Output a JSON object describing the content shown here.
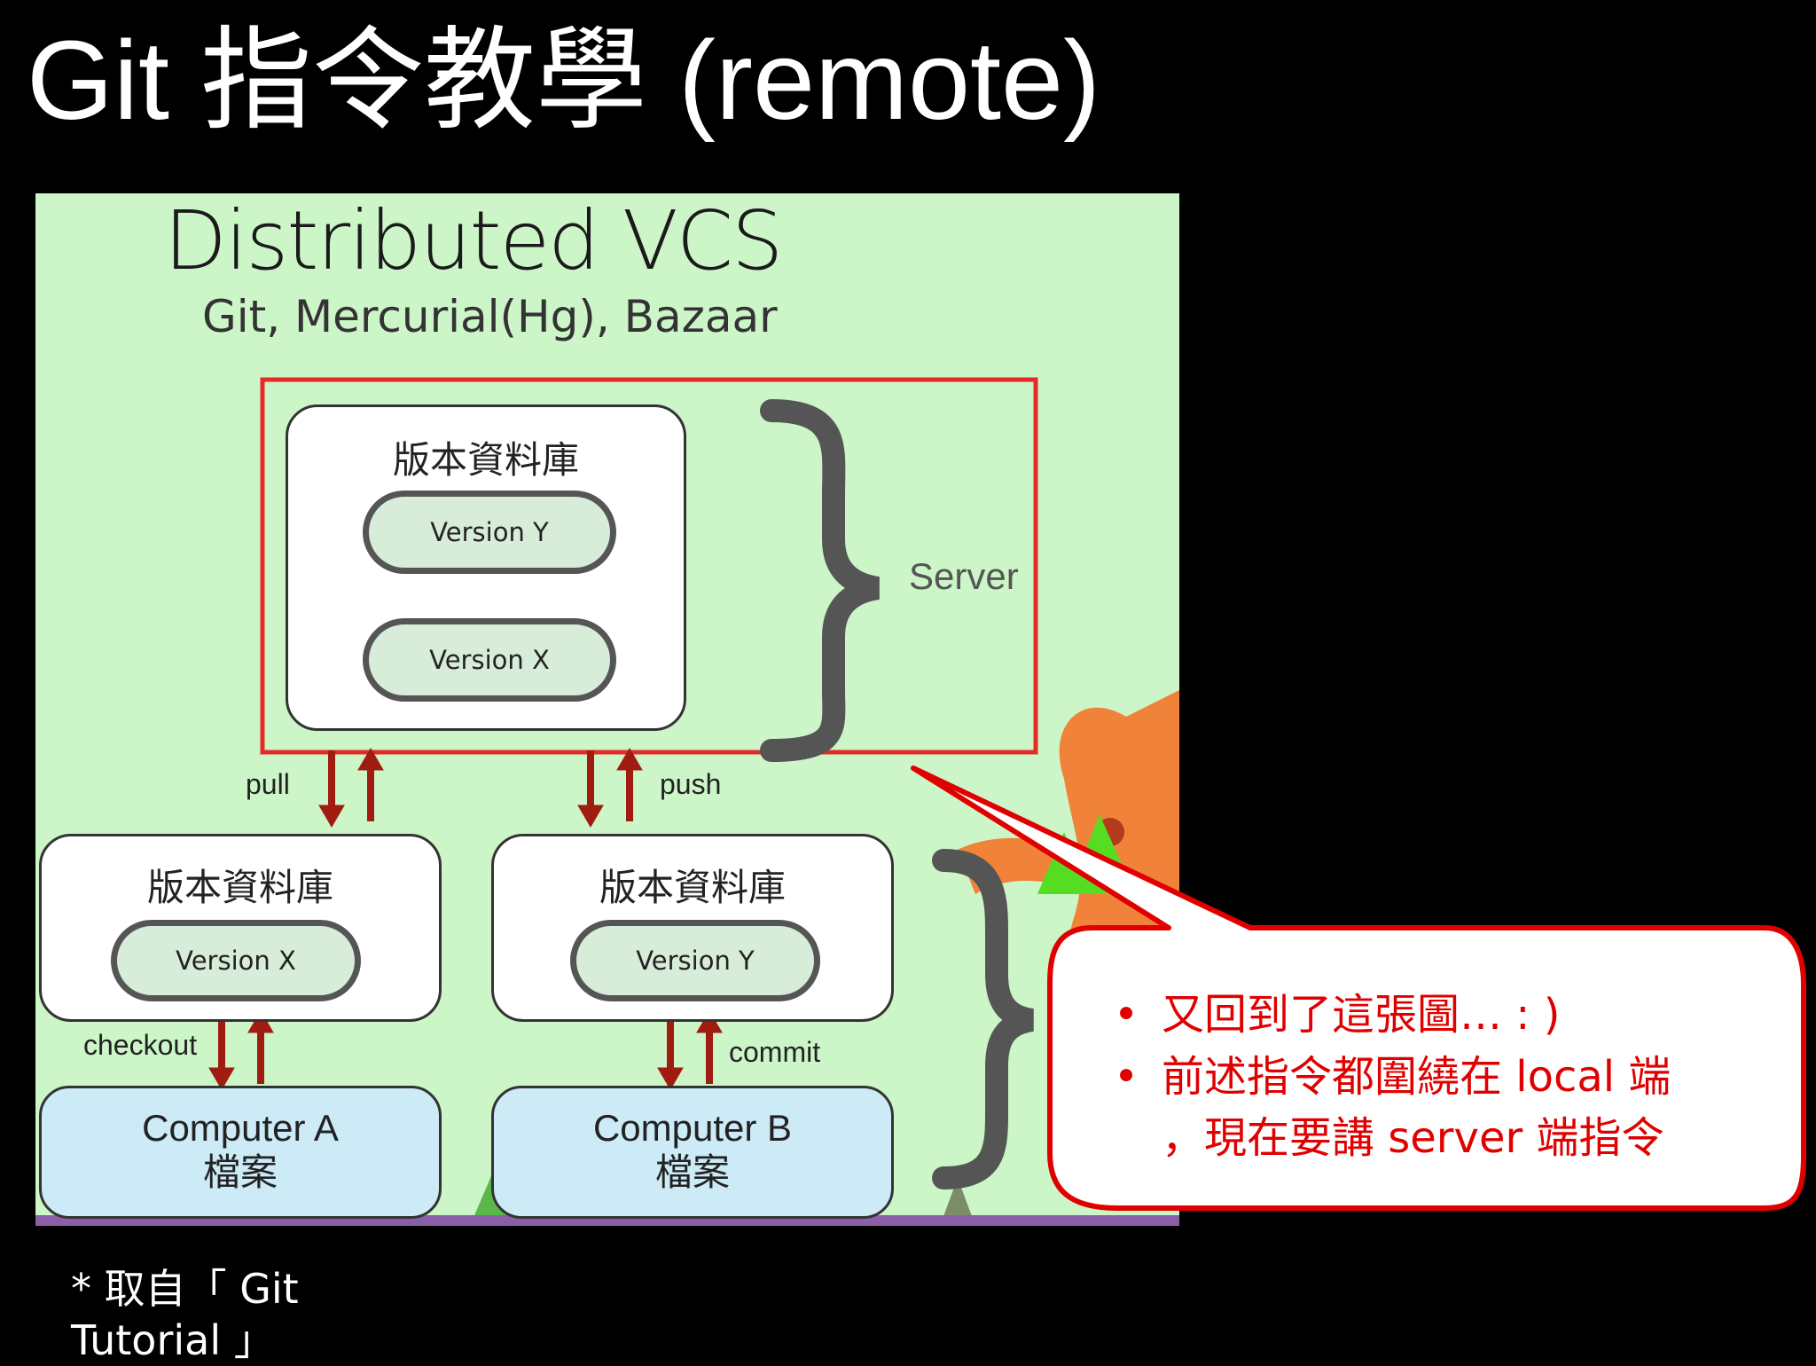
{
  "slide": {
    "title": "Git 指令教學 (remote)"
  },
  "diagram": {
    "title": "Distributed VCS",
    "subtitle": "Git, Mercurial(Hg), Bazaar",
    "server_label": "Server",
    "server_repo": {
      "title": "版本資料庫",
      "versions": [
        "Version Y",
        "Version X"
      ]
    },
    "local_repos": [
      {
        "title": "版本資料庫",
        "version": "Version X"
      },
      {
        "title": "版本資料庫",
        "version": "Version Y"
      }
    ],
    "computers": [
      {
        "name": "Computer A",
        "files": "檔案"
      },
      {
        "name": "Computer B",
        "files": "檔案"
      }
    ],
    "edges": {
      "pull": "pull",
      "push": "push",
      "checkout": "checkout",
      "commit": "commit"
    }
  },
  "callout": {
    "bullet": "•",
    "line1": "又回到了這張圖… : )",
    "line2": "前述指令都圍繞在 local 端",
    "line3": "，現在要講 server 端指令"
  },
  "footnote": {
    "text": "* 取自「 Git Tutorial 」"
  },
  "colors": {
    "background": "#000000",
    "diagram_bg": "#ccf5c8",
    "highlight": "#e00000",
    "arrow": "#a01c10"
  }
}
